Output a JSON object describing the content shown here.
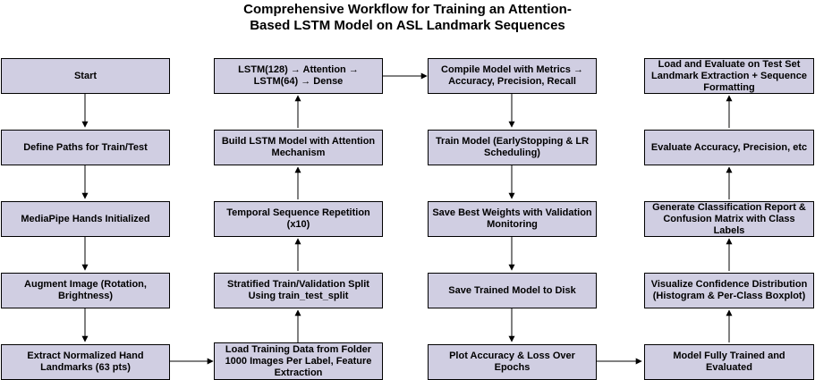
{
  "diagram": {
    "title_line1": "Comprehensive Workflow for Training an Attention-",
    "title_line2": "Based LSTM Model on ASL Landmark Sequences",
    "box_fill": "#d0cee2",
    "nodes": {
      "start": "Start",
      "define_paths": "Define Paths for Train/Test",
      "mediapipe": "MediaPipe Hands Initialized",
      "augment": "Augment Image (Rotation, Brightness)",
      "extract": "Extract Normalized Hand Landmarks (63 pts)",
      "load_training": "Load Training Data from Folder 1000 Images Per Label, Feature Extraction",
      "stratified": "Stratified Train/Validation Split Using train_test_split",
      "temporal": "Temporal Sequence Repetition (x10)",
      "build_lstm": "Build LSTM Model with Attention Mechanism",
      "lstm_arch": "LSTM(128) → Attention → LSTM(64) → Dense",
      "compile": "Compile Model with Metrics → Accuracy, Precision, Recall",
      "train": "Train Model (EarlyStopping & LR Scheduling)",
      "save_weights": "Save Best Weights with Validation Monitoring",
      "save_model": "Save Trained Model to Disk",
      "plot": "Plot Accuracy & Loss Over Epochs",
      "fully_trained": "Model Fully Trained and Evaluated",
      "visualize": "Visualize Confidence Distribution (Histogram  & Per-Class Boxplot)",
      "classification": "Generate Classification Report & Confusion  Matrix with Class Labels",
      "evaluate": "Evaluate Accuracy, Precision, etc",
      "load_test": "Load and Evaluate on Test Set Landmark Extraction + Sequence Formatting"
    }
  }
}
